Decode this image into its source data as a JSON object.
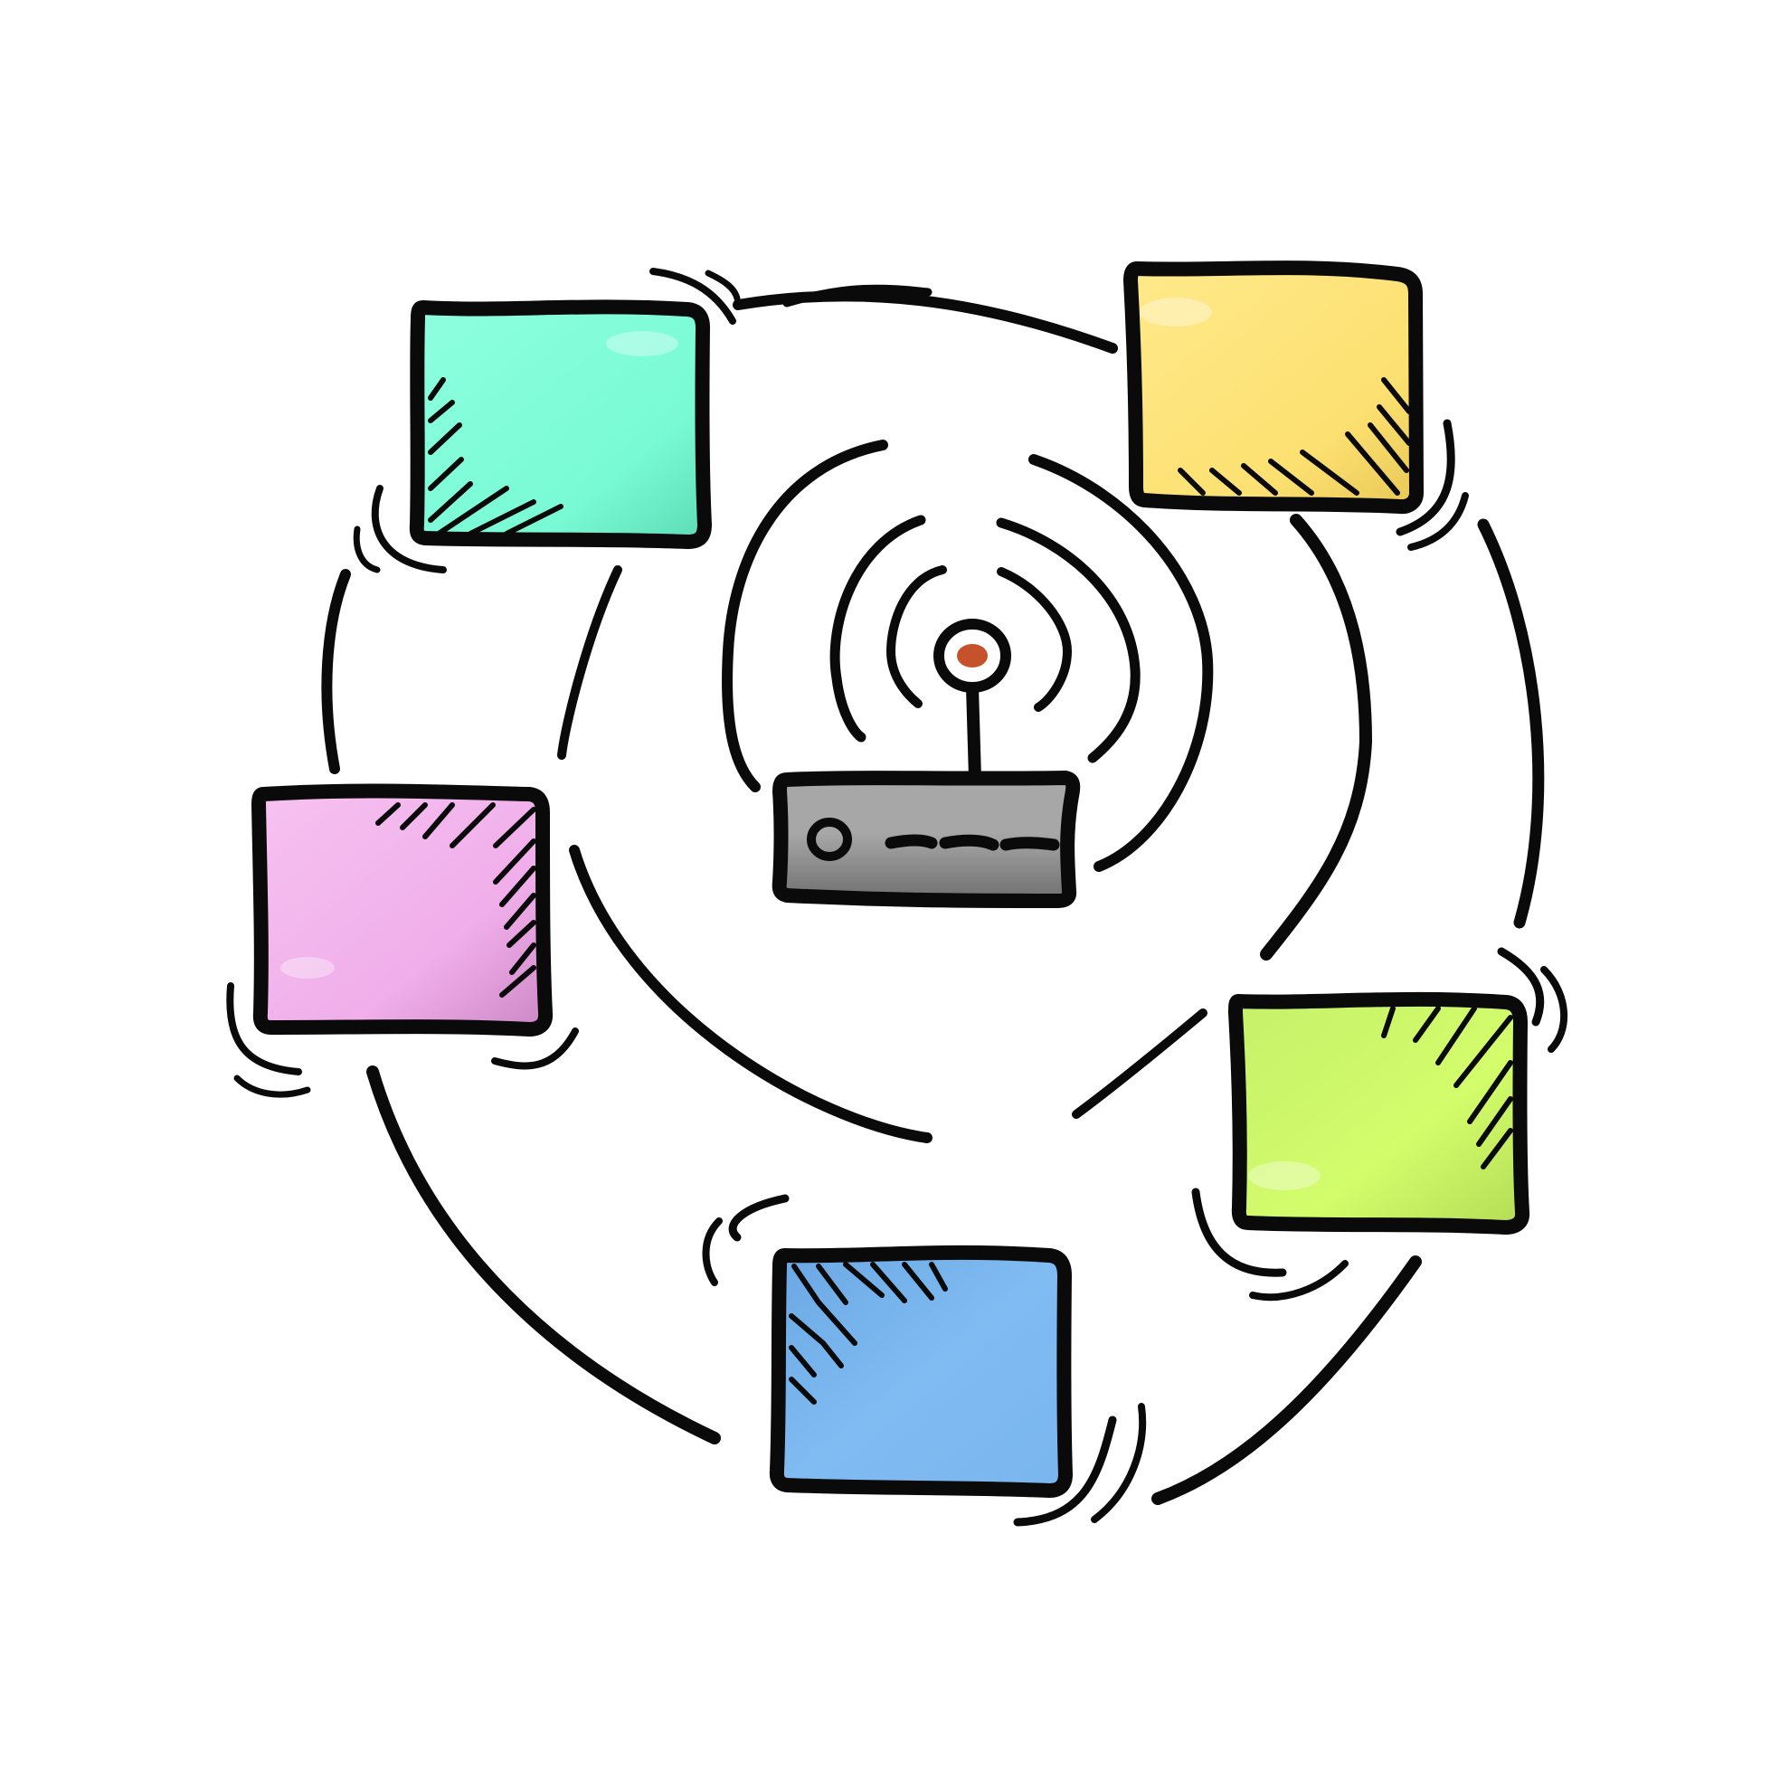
{
  "colors": {
    "background": "#ffffff",
    "ink": "#0a0a0a",
    "note_top_left": "#78fad4",
    "note_top_right": "#fce071",
    "note_left": "#f0aeea",
    "note_right": "#d3fd6b",
    "note_bottom": "#80bcf2",
    "router_body": "#a7a7a7",
    "router_led": "#c5522a"
  },
  "icons": {
    "hub": "wireless-router-icon",
    "signal": "wifi-signal-waves-icon"
  },
  "nodes": [
    {
      "name": "teal-square",
      "color": "#78fad4"
    },
    {
      "name": "yellow-square",
      "color": "#fce071"
    },
    {
      "name": "pink-square",
      "color": "#f0aeea"
    },
    {
      "name": "lime-square",
      "color": "#d3fd6b"
    },
    {
      "name": "blue-square",
      "color": "#80bcf2"
    }
  ]
}
